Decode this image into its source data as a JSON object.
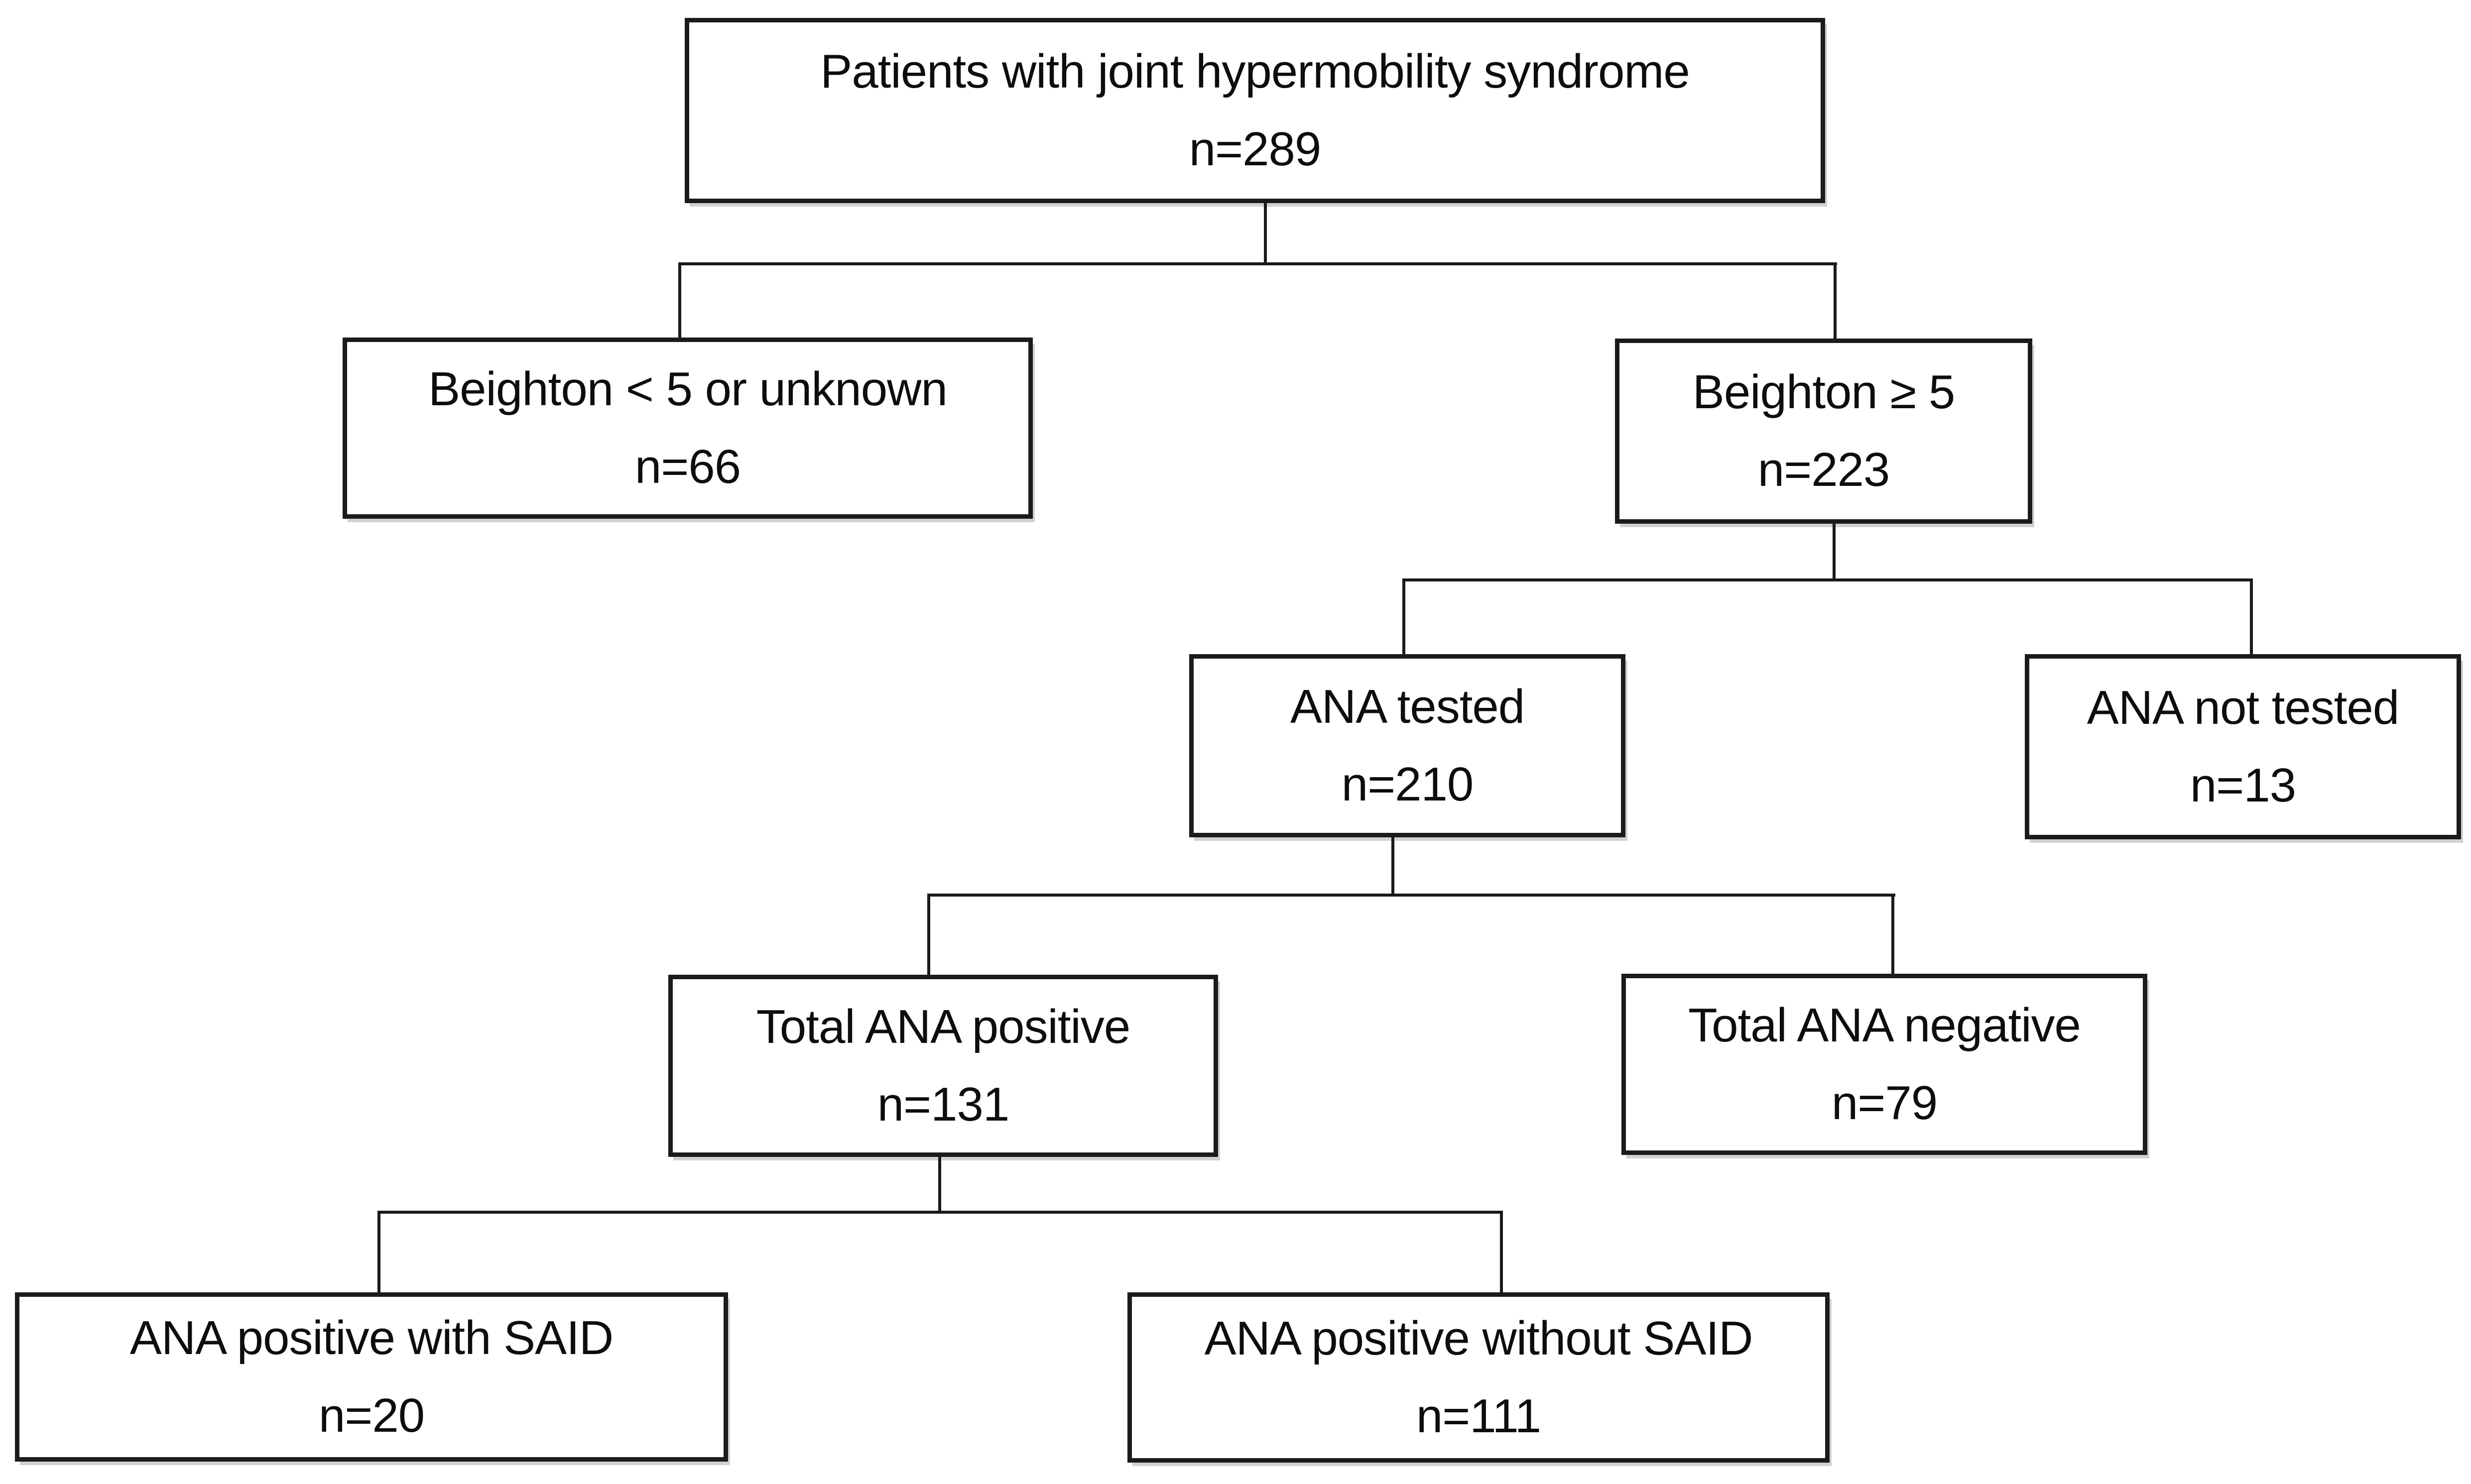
{
  "style": {
    "background": "#ffffff",
    "box_border_color": "#1b1b1b",
    "line_color": "#1a1a1a",
    "text_color": "#0d0d0d",
    "shadow_color": "#9a9a9a"
  },
  "nodes": {
    "root": {
      "label": "Patients with joint hypermobility syndrome",
      "count": "n=289"
    },
    "beighton_low": {
      "label": "Beighton < 5 or unknown",
      "count": "n=66"
    },
    "beighton_high": {
      "label": "Beighton ≥ 5",
      "count": "n=223"
    },
    "ana_tested": {
      "label": "ANA tested",
      "count": "n=210"
    },
    "ana_not_tested": {
      "label": "ANA not tested",
      "count": "n=13"
    },
    "total_ana_positive": {
      "label": "Total ANA positive",
      "count": "n=131"
    },
    "total_ana_negative": {
      "label": "Total ANA negative",
      "count": "n=79"
    },
    "ana_pos_with_said": {
      "label": "ANA positive with SAID",
      "count": "n=20"
    },
    "ana_pos_without_said": {
      "label": "ANA positive without SAID",
      "count": "n=111"
    }
  },
  "edges": [
    {
      "from": "root",
      "to": [
        "beighton_low",
        "beighton_high"
      ]
    },
    {
      "from": "beighton_high",
      "to": [
        "ana_tested",
        "ana_not_tested"
      ]
    },
    {
      "from": "ana_tested",
      "to": [
        "total_ana_positive",
        "total_ana_negative"
      ]
    },
    {
      "from": "total_ana_positive",
      "to": [
        "ana_pos_with_said",
        "ana_pos_without_said"
      ]
    }
  ]
}
